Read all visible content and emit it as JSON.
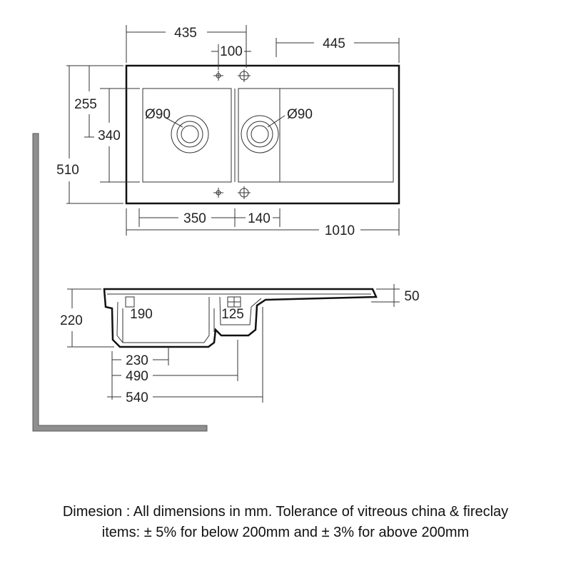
{
  "plan_view": {
    "dims": {
      "bowl_width": "435",
      "tap_spacing": "100",
      "drainer_width": "445",
      "depth_front": "255",
      "depth_bowl": "340",
      "overall_depth": "510",
      "waste_left": "Ø90",
      "waste_right": "Ø90",
      "main_bowl": "350",
      "half_bowl": "140",
      "overall_width": "1010"
    }
  },
  "section_view": {
    "dims": {
      "height": "220",
      "bowl_depth": "190",
      "half_bowl_depth": "125",
      "top_thickness": "50",
      "waste_offset": "230",
      "bowls_width": "490",
      "section_width": "540"
    }
  },
  "caption": {
    "line1": "Dimesion : All dimensions in mm. Tolerance of vitreous china & fireclay",
    "line2": "items: ± 5% for below 200mm and ± 3% for above 200mm"
  },
  "colors": {
    "line": "#333333",
    "outline": "#111111",
    "wall": "#8f8f8f",
    "text": "#222222"
  }
}
